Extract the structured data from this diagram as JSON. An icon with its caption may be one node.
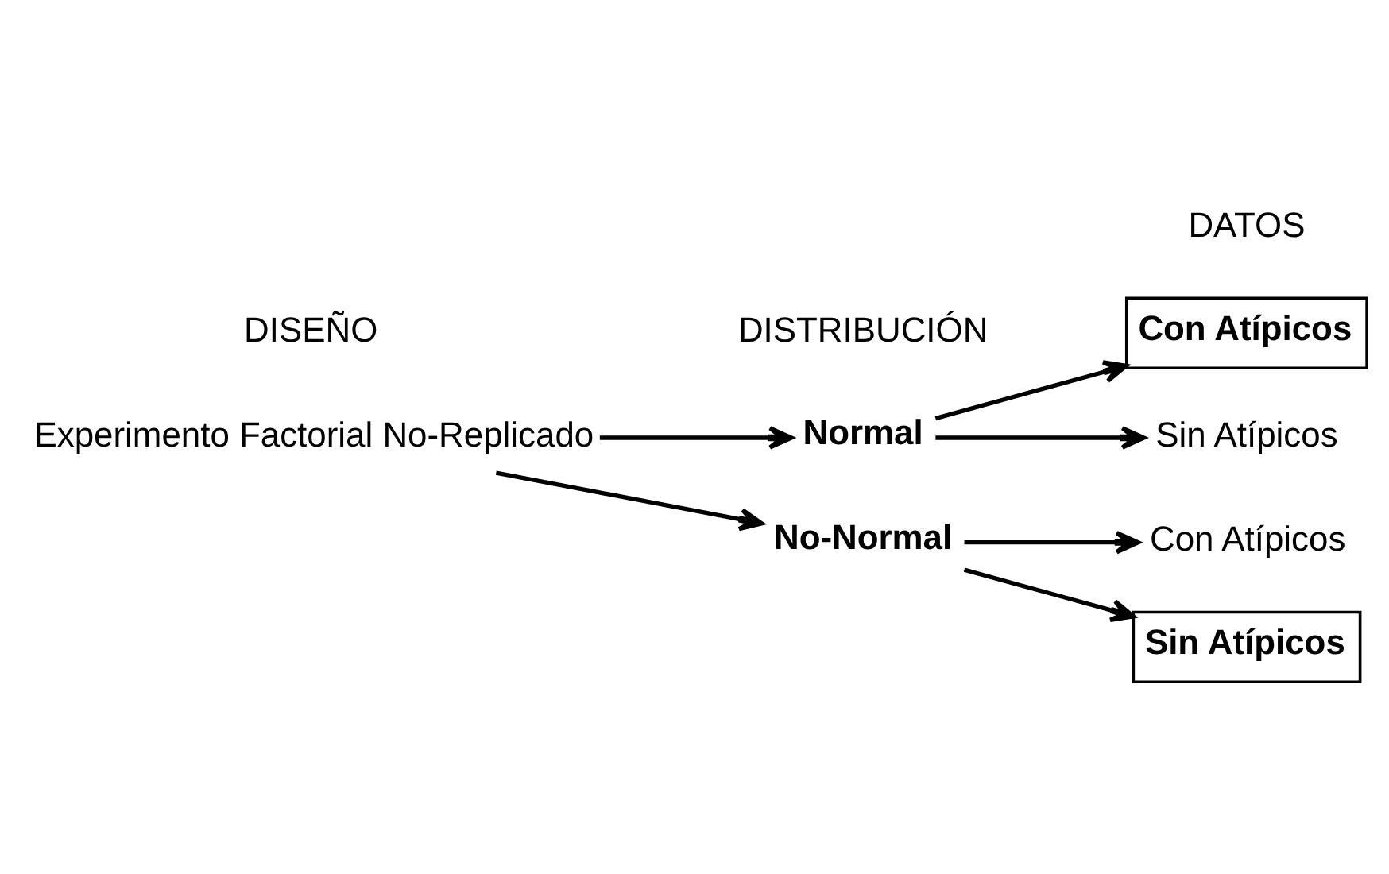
{
  "diagram": {
    "nodes": [
      {
        "text": [
          "Experimento Factorial No-Replicado"
        ]
      },
      {
        "text": [
          "Normal"
        ]
      },
      {
        "text": [
          "No-Normal"
        ]
      },
      {
        "text": [
          "Con Atípicos"
        ]
      },
      {
        "text": [
          "Sin Atípicos"
        ]
      },
      {
        "text": [
          "Con Atípicos"
        ]
      },
      {
        "text": [
          "Sin Atípicos"
        ]
      }
    ],
    "edges": [
      {
        "from": 0,
        "to": 1,
        "arrow": "to"
      },
      {
        "from": 0,
        "to": 2,
        "arrow": "to"
      },
      {
        "from": 1,
        "to": 3,
        "arrow": "to"
      },
      {
        "from": 1,
        "to": 4,
        "arrow": "to"
      },
      {
        "from": 2,
        "to": 5,
        "arrow": "to"
      },
      {
        "from": 2,
        "to": 6,
        "arrow": "to"
      }
    ],
    "labels": [
      "DISEÑO",
      "DISTRIBUCIÓN",
      "DATOS"
    ]
  }
}
